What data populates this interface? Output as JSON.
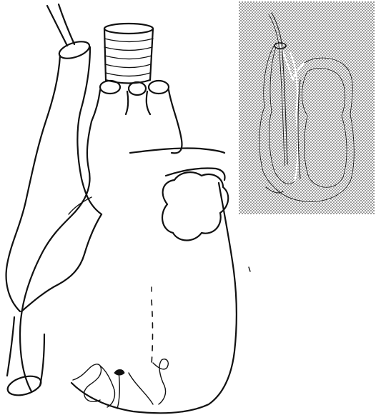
{
  "figure": {
    "kind": "line drawing",
    "main_panel": "heart-exterior-view",
    "inset_panel": "heart-cross-section-with-lead",
    "colors": {
      "ink": "#111111",
      "background": "#ffffff",
      "inset_stipple": "#7a7a7a"
    }
  }
}
